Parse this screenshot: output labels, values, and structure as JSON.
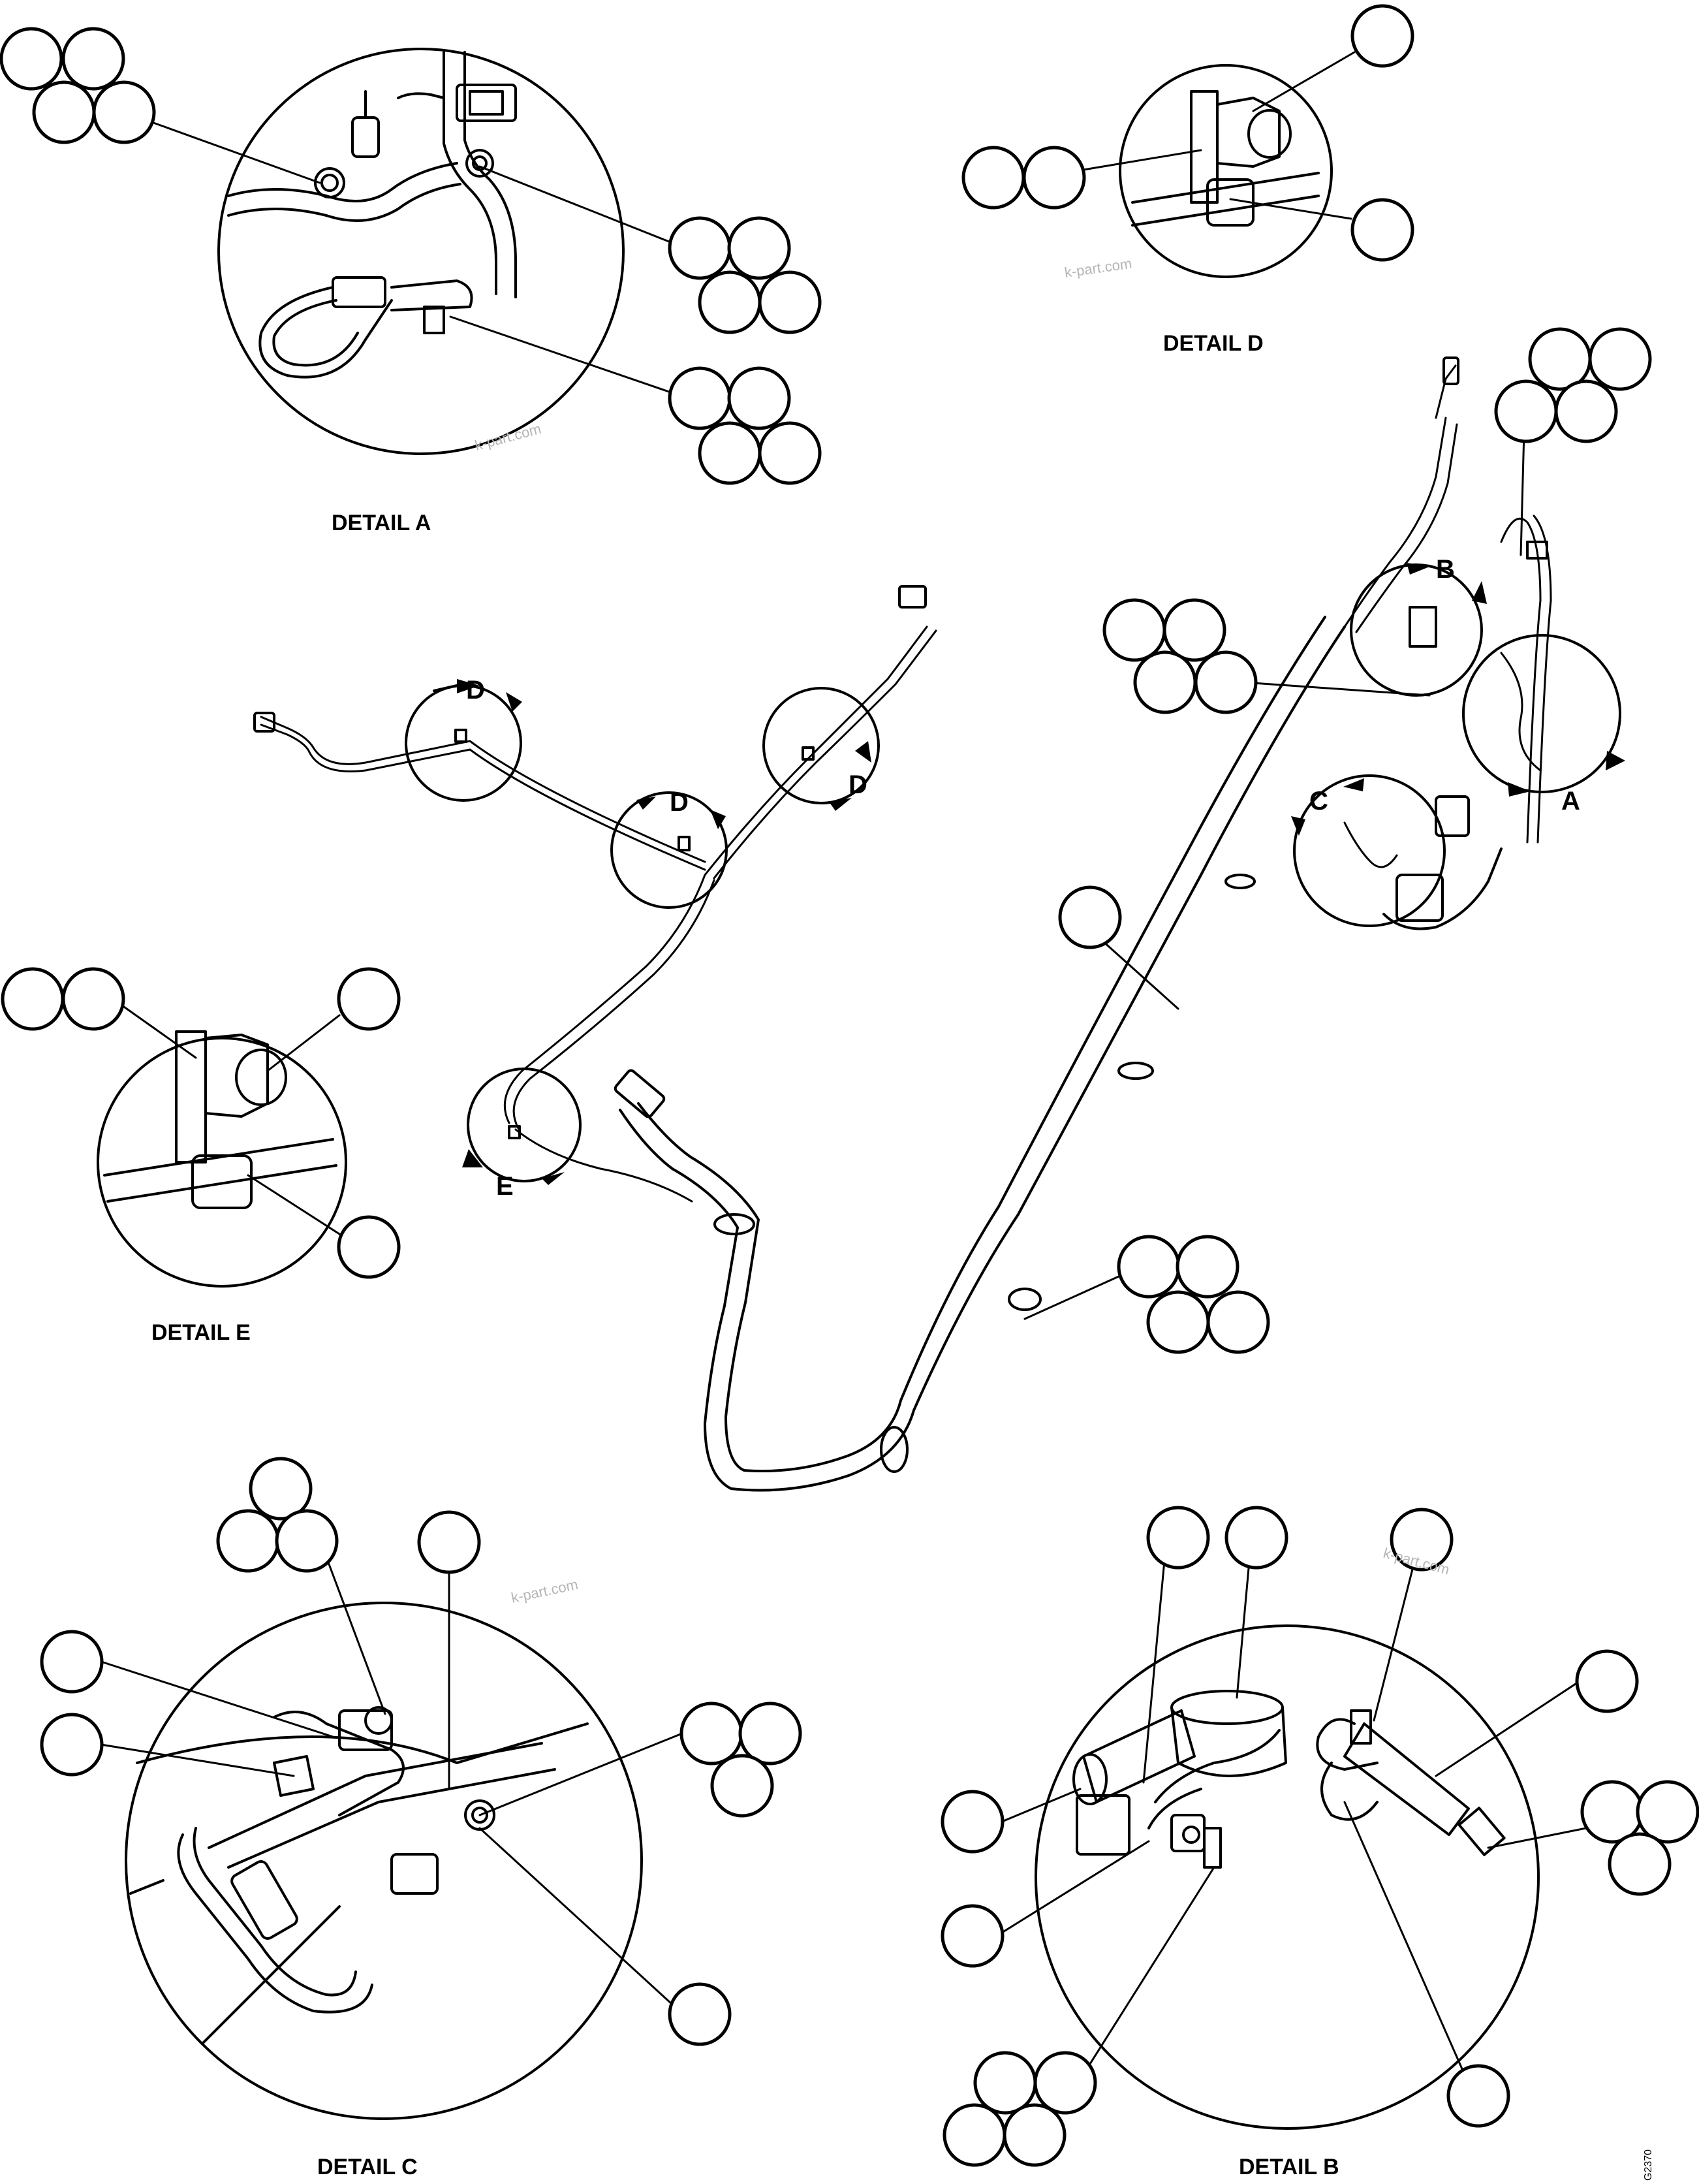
{
  "detail_labels": {
    "a": "DETAIL A",
    "b": "DETAIL B",
    "c": "DETAIL C",
    "d": "DETAIL D",
    "e": "DETAIL E"
  },
  "view_letters": {
    "a": "A",
    "b": "B",
    "c": "C",
    "d1": "D",
    "d2": "D",
    "d3": "D",
    "e": "E"
  },
  "watermark": "k-part.com",
  "drawing_code": "G2370"
}
